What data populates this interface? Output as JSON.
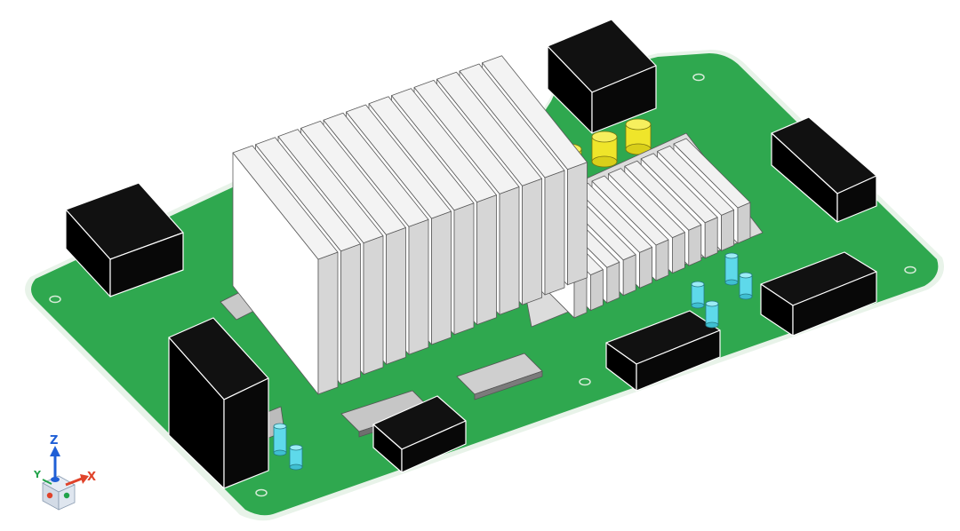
{
  "view": {
    "background": "#ffffff",
    "pcb_color": "#2fa84f",
    "pcb_edge": "#f2f8f2",
    "heatsink_color": "#e9e9e9",
    "connector_color": "#050505",
    "capacitor_yellow": "#f2ea2c",
    "capacitor_cyan": "#5ed9ea",
    "ic_color": "#bdbdbd"
  },
  "axis_triad": {
    "z_label": "Z",
    "y_label": "Y",
    "x_label": "X",
    "z_color": "#1f5fd6",
    "y_color": "#22a34a",
    "x_color": "#e0432a"
  }
}
